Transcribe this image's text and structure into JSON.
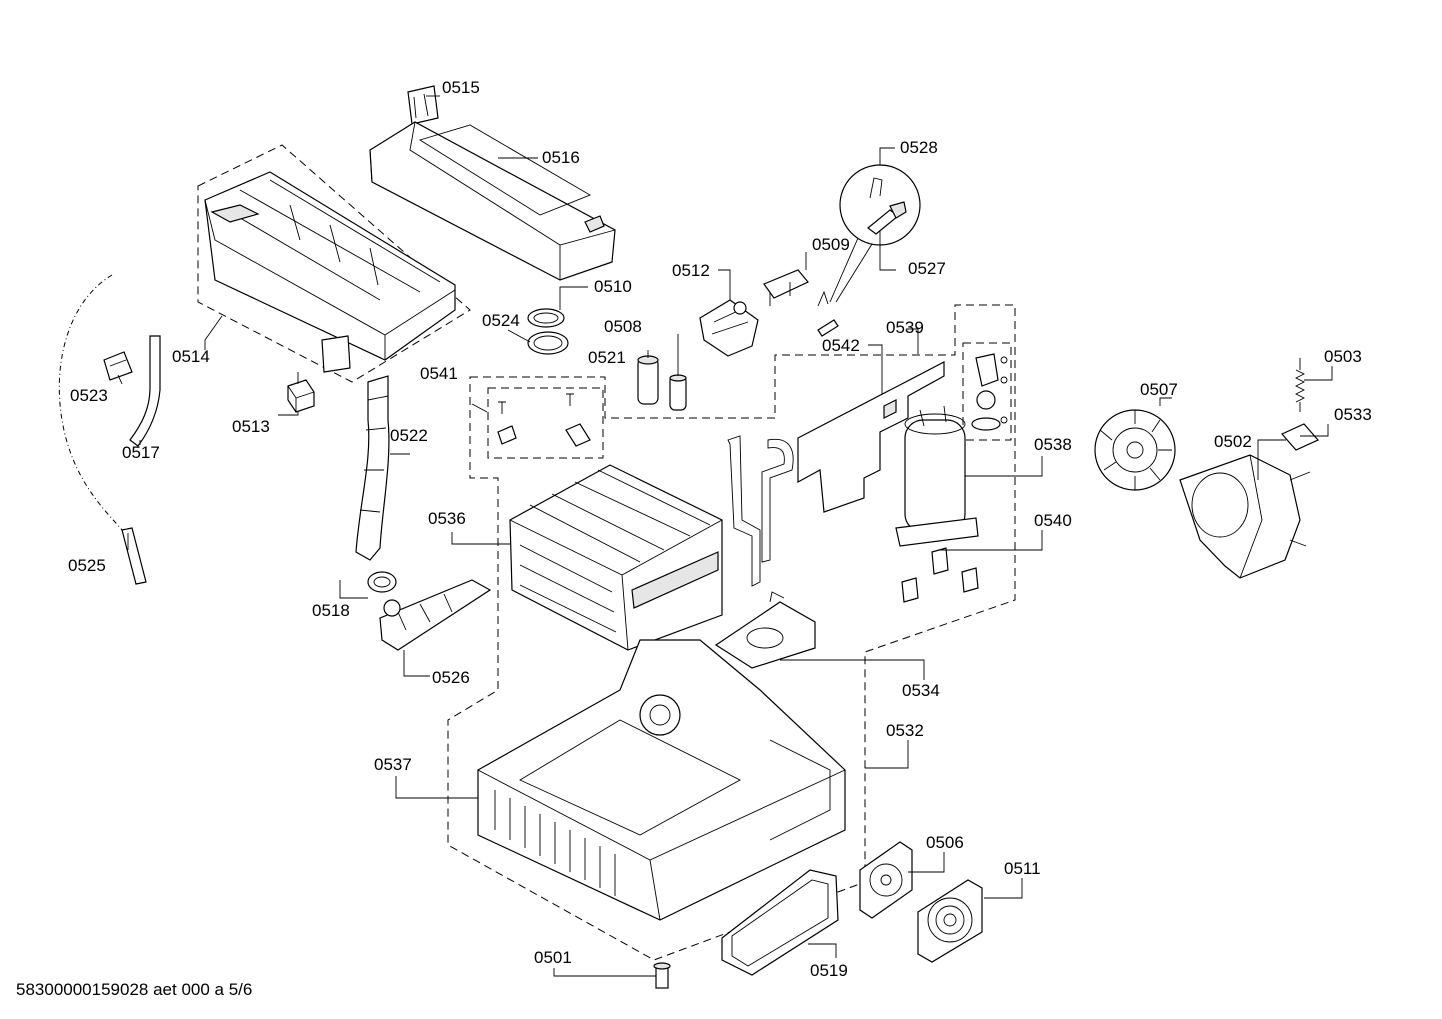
{
  "diagram": {
    "document_id": "58300000159028 aet 000 a 5/6",
    "labels": {
      "p0501": "0501",
      "p0502": "0502",
      "p0503": "0503",
      "p0506": "0506",
      "p0507": "0507",
      "p0508": "0508",
      "p0509": "0509",
      "p0510": "0510",
      "p0511": "0511",
      "p0512": "0512",
      "p0513": "0513",
      "p0514": "0514",
      "p0515": "0515",
      "p0516": "0516",
      "p0517": "0517",
      "p0518": "0518",
      "p0519": "0519",
      "p0521": "0521",
      "p0522": "0522",
      "p0523": "0523",
      "p0524": "0524",
      "p0525": "0525",
      "p0526": "0526",
      "p0527": "0527",
      "p0528": "0528",
      "p0532": "0532",
      "p0533": "0533",
      "p0534": "0534",
      "p0536": "0536",
      "p0537": "0537",
      "p0538": "0538",
      "p0539": "0539",
      "p0540": "0540",
      "p0541": "0541",
      "p0542": "0542"
    }
  }
}
